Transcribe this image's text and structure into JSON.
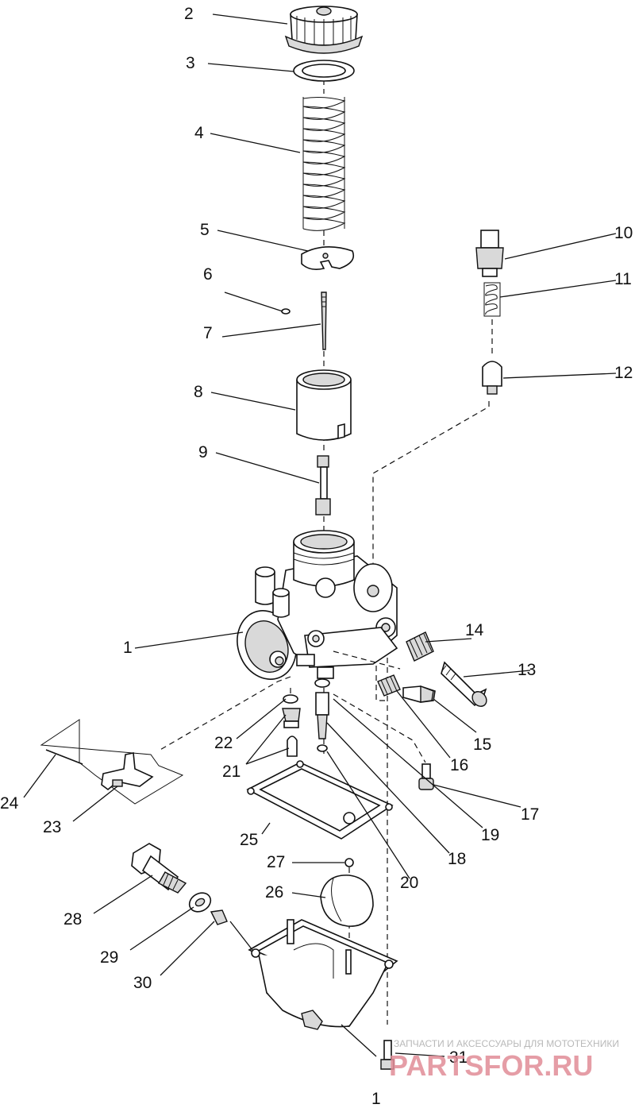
{
  "callouts": [
    {
      "id": "c2",
      "text": "2"
    },
    {
      "id": "c3",
      "text": "3"
    },
    {
      "id": "c4",
      "text": "4"
    },
    {
      "id": "c5",
      "text": "5"
    },
    {
      "id": "c6",
      "text": "6"
    },
    {
      "id": "c7",
      "text": "7"
    },
    {
      "id": "c8",
      "text": "8"
    },
    {
      "id": "c9",
      "text": "9"
    },
    {
      "id": "c10",
      "text": "10"
    },
    {
      "id": "c11",
      "text": "11"
    },
    {
      "id": "c12",
      "text": "12"
    },
    {
      "id": "c1a",
      "text": "1"
    },
    {
      "id": "c14",
      "text": "14"
    },
    {
      "id": "c13",
      "text": "13"
    },
    {
      "id": "c15",
      "text": "15"
    },
    {
      "id": "c16",
      "text": "16"
    },
    {
      "id": "c17",
      "text": "17"
    },
    {
      "id": "c22",
      "text": "22"
    },
    {
      "id": "c21",
      "text": "21"
    },
    {
      "id": "c24",
      "text": "24"
    },
    {
      "id": "c23",
      "text": "23"
    },
    {
      "id": "c25",
      "text": "25"
    },
    {
      "id": "c19",
      "text": "19"
    },
    {
      "id": "c18",
      "text": "18"
    },
    {
      "id": "c20",
      "text": "20"
    },
    {
      "id": "c27",
      "text": "27"
    },
    {
      "id": "c26",
      "text": "26"
    },
    {
      "id": "c28",
      "text": "28"
    },
    {
      "id": "c29",
      "text": "29"
    },
    {
      "id": "c30",
      "text": "30"
    },
    {
      "id": "c31",
      "text": "31"
    },
    {
      "id": "c1b",
      "text": "1"
    }
  ],
  "watermark": {
    "tagline": "ЗАПЧАСТИ И АКСЕССУАРЫ ДЛЯ МОТОТЕХНИКИ",
    "brand": "PARTSFOR.RU"
  }
}
